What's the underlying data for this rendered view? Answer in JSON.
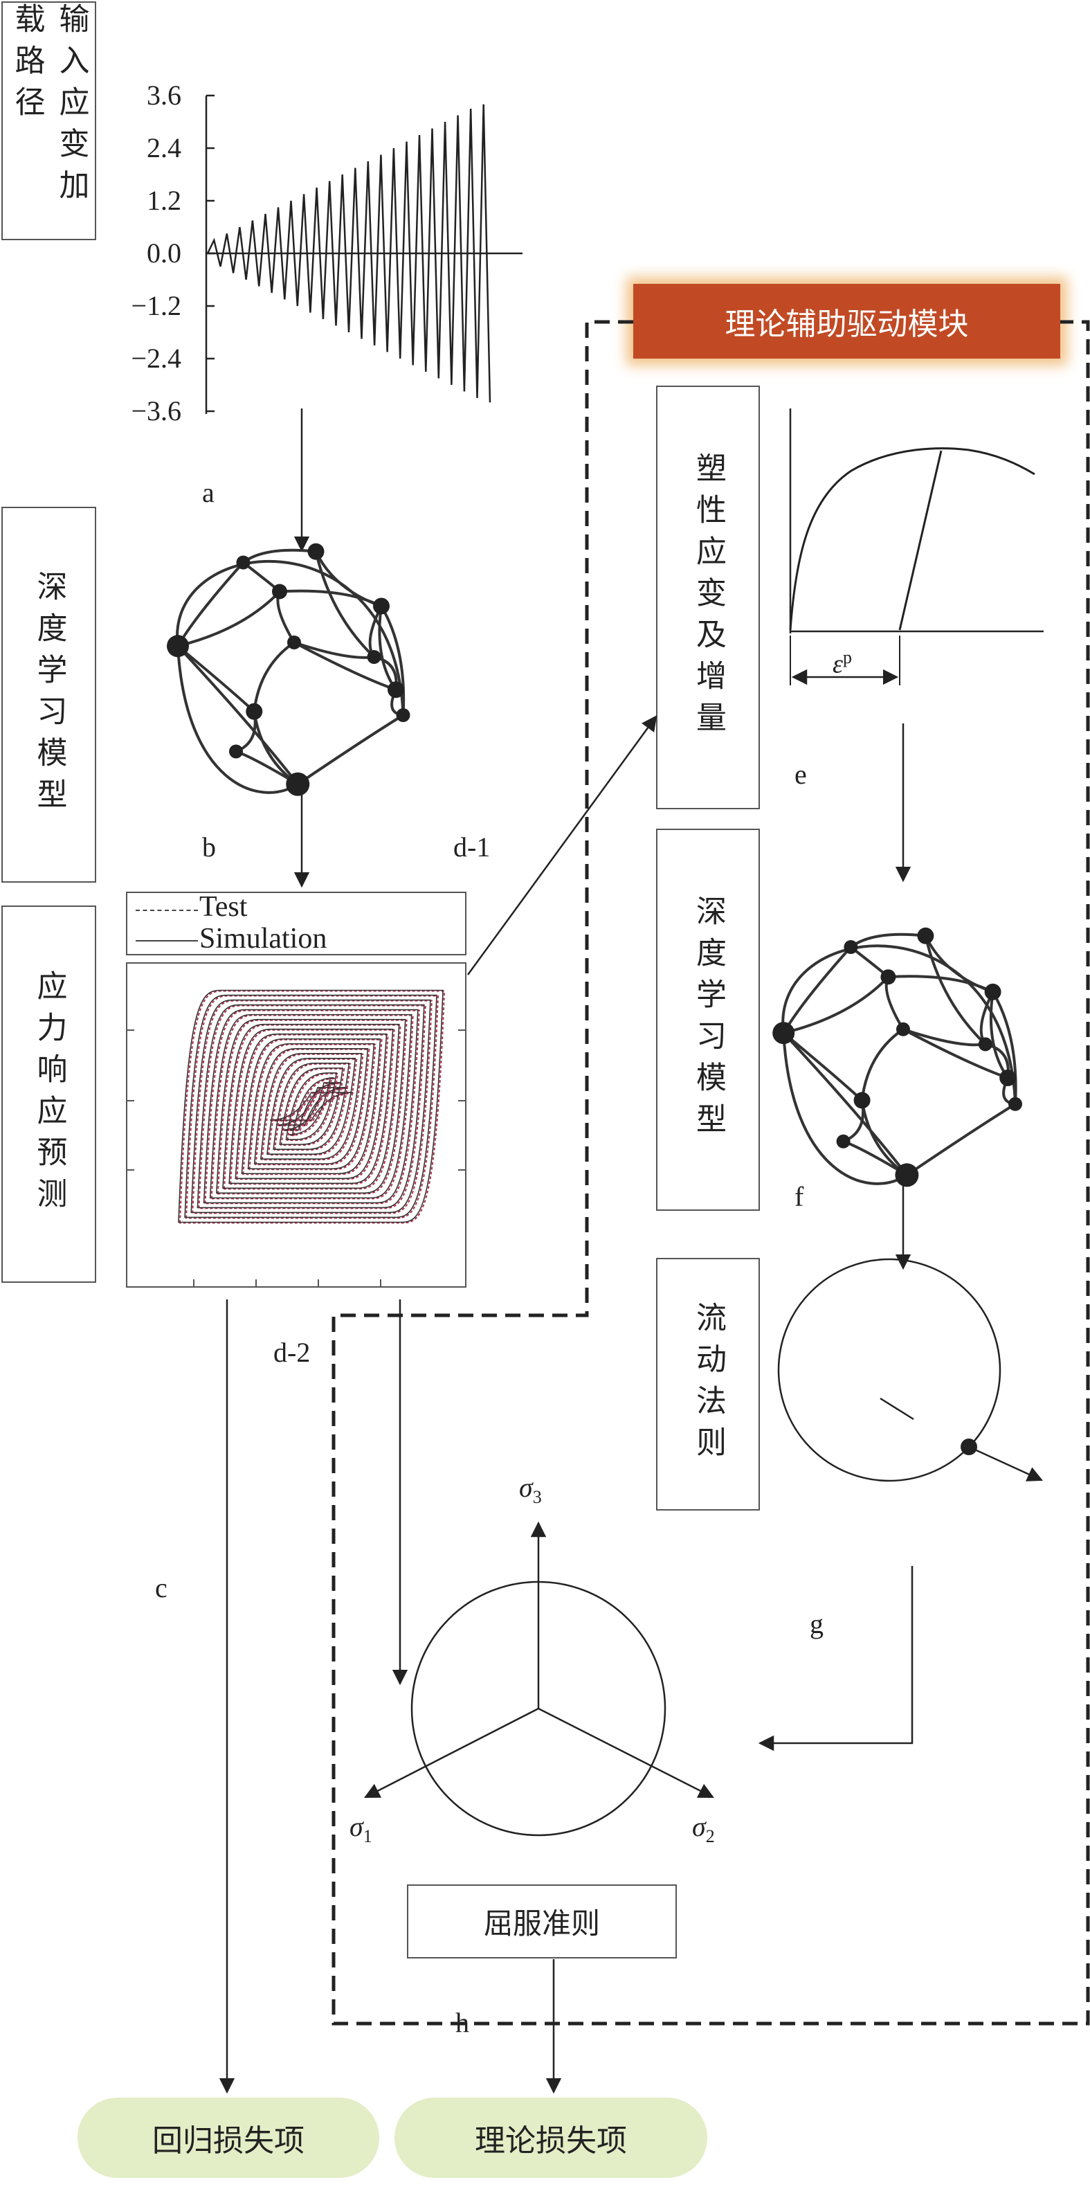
{
  "labels": {
    "input_path": "输入应变加载路径",
    "dl_model_1": "深度学习模型",
    "stress_prediction": "应力响应预测",
    "plastic_strain": "塑性应变及增量",
    "dl_model_2": "深度学习模型",
    "flow_rule": "流动法则",
    "yield_criterion": "屈服准则",
    "module_title": "理论辅助驱动模块",
    "regression_loss": "回归损失项",
    "theory_loss": "理论损失项"
  },
  "markers": {
    "a": "a",
    "b": "b",
    "c": "c",
    "d1": "d-1",
    "d2": "d-2",
    "e": "e",
    "f": "f",
    "g": "g",
    "h": "h"
  },
  "strain_chart": {
    "tick_labels": [
      "3.6",
      "2.4",
      "1.2",
      "0.0",
      "−1.2",
      "−2.4",
      "−3.6"
    ]
  },
  "legend": {
    "test": "Test",
    "simulation": "Simulation"
  },
  "math": {
    "eps_p": "ε",
    "eps_p_sup": "p",
    "sigma1": "σ",
    "sigma1_sub": "1",
    "sigma2": "σ",
    "sigma2_sub": "2",
    "sigma3": "σ",
    "sigma3_sub": "3"
  },
  "chart_data": {
    "type": "line",
    "y_ticks": [
      3.6,
      2.4,
      1.2,
      0.0,
      -1.2,
      -2.4,
      -3.6
    ],
    "ylim": [
      -3.6,
      3.6
    ],
    "grid": false,
    "series": [
      {
        "values": [
          0,
          0.3,
          -0.3,
          0.45,
          -0.45,
          0.6,
          -0.6,
          0.75,
          -0.75,
          0.9,
          -0.9,
          1.05,
          -1.05,
          1.2,
          -1.2,
          1.35,
          -1.35,
          1.5,
          -1.5,
          1.65,
          -1.65,
          1.8,
          -1.8,
          1.95,
          -1.95,
          2.1,
          -2.1,
          2.25,
          -2.25,
          2.4,
          -2.4,
          2.55,
          -2.55,
          2.7,
          -2.7,
          2.85,
          -2.85,
          3.0,
          -3.0,
          3.15,
          -3.15,
          3.3,
          -3.3,
          3.4,
          -3.4
        ]
      }
    ]
  },
  "colors": {
    "title_bg": "#c14a25",
    "title_glow": "#f2c48a",
    "pill_bg": "#e3edc6",
    "hysteresis_test": "#b03050",
    "hysteresis_sim": "#333333"
  }
}
